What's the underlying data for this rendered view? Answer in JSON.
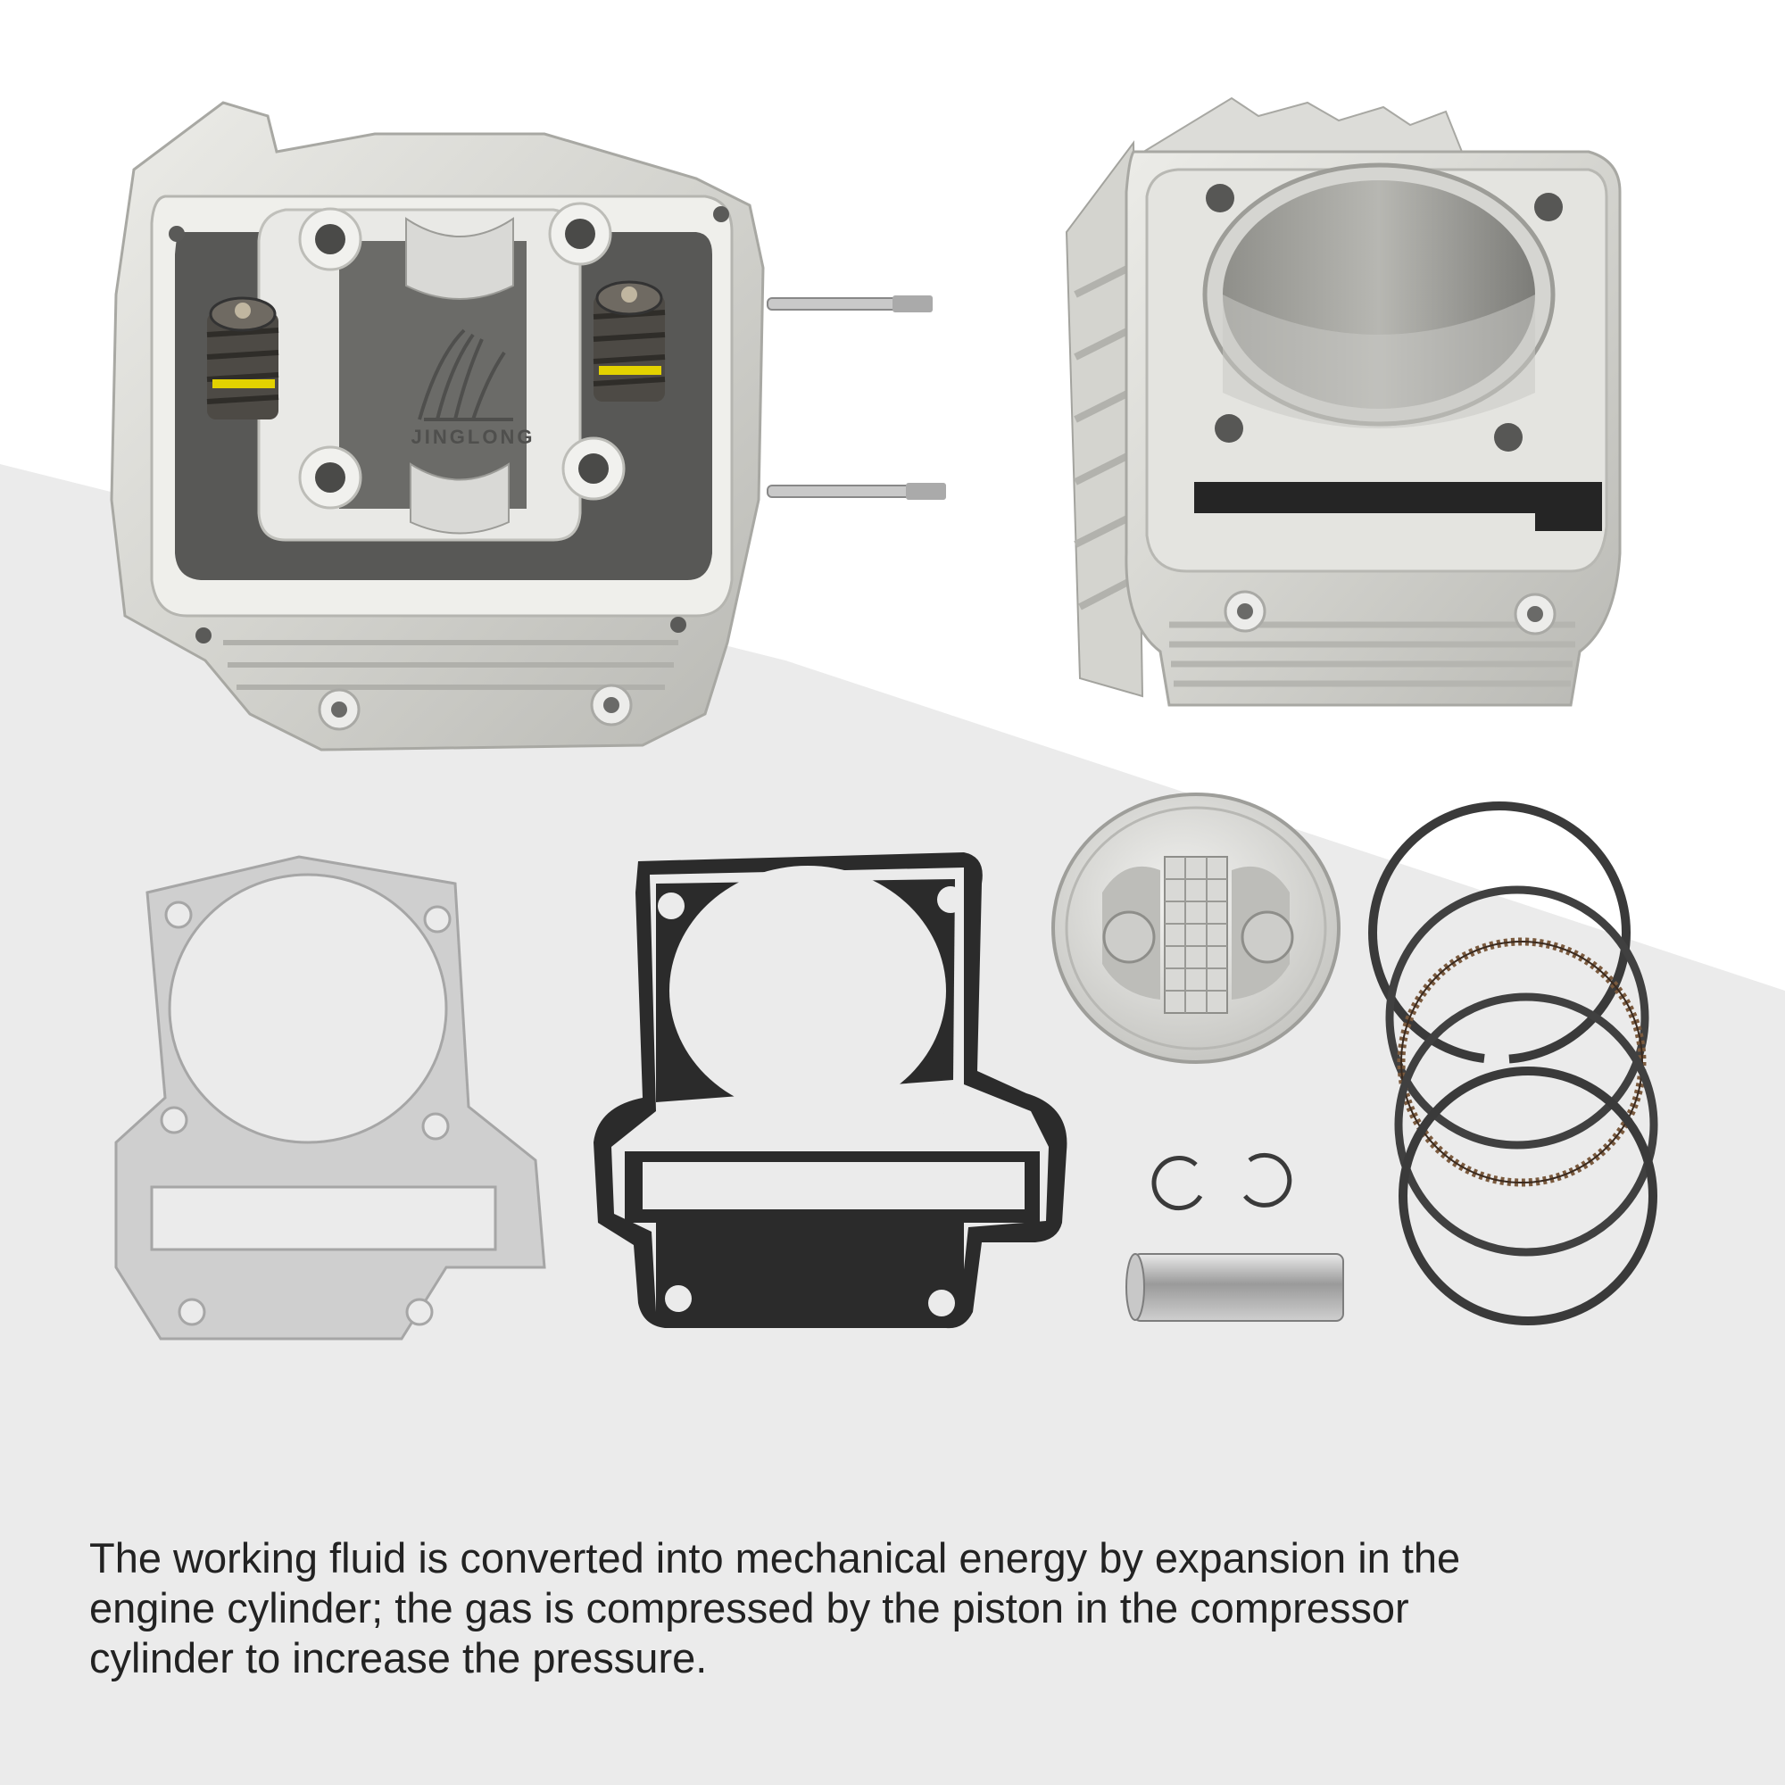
{
  "caption": {
    "lines": [
      "The working fluid is converted into mechanical energy by expansion in the",
      "engine cylinder; the gas is compressed by the piston in the compressor",
      "cylinder to increase the pressure."
    ]
  },
  "brand_mark": "JINGLONG",
  "colors": {
    "background_white": "#ffffff",
    "background_gray": "#ebebeb",
    "aluminum": "#d6d6d2",
    "aluminum_dark": "#8a8a86",
    "gasket_black": "#2b2b2b",
    "gasket_silver": "#cfcfcf",
    "text": "#222222"
  },
  "icons": [
    "cylinder-head-icon",
    "cylinder-block-icon",
    "base-gasket-icon",
    "head-gasket-icon",
    "piston-icon",
    "piston-rings-icon",
    "circlip-icon",
    "piston-pin-icon"
  ]
}
